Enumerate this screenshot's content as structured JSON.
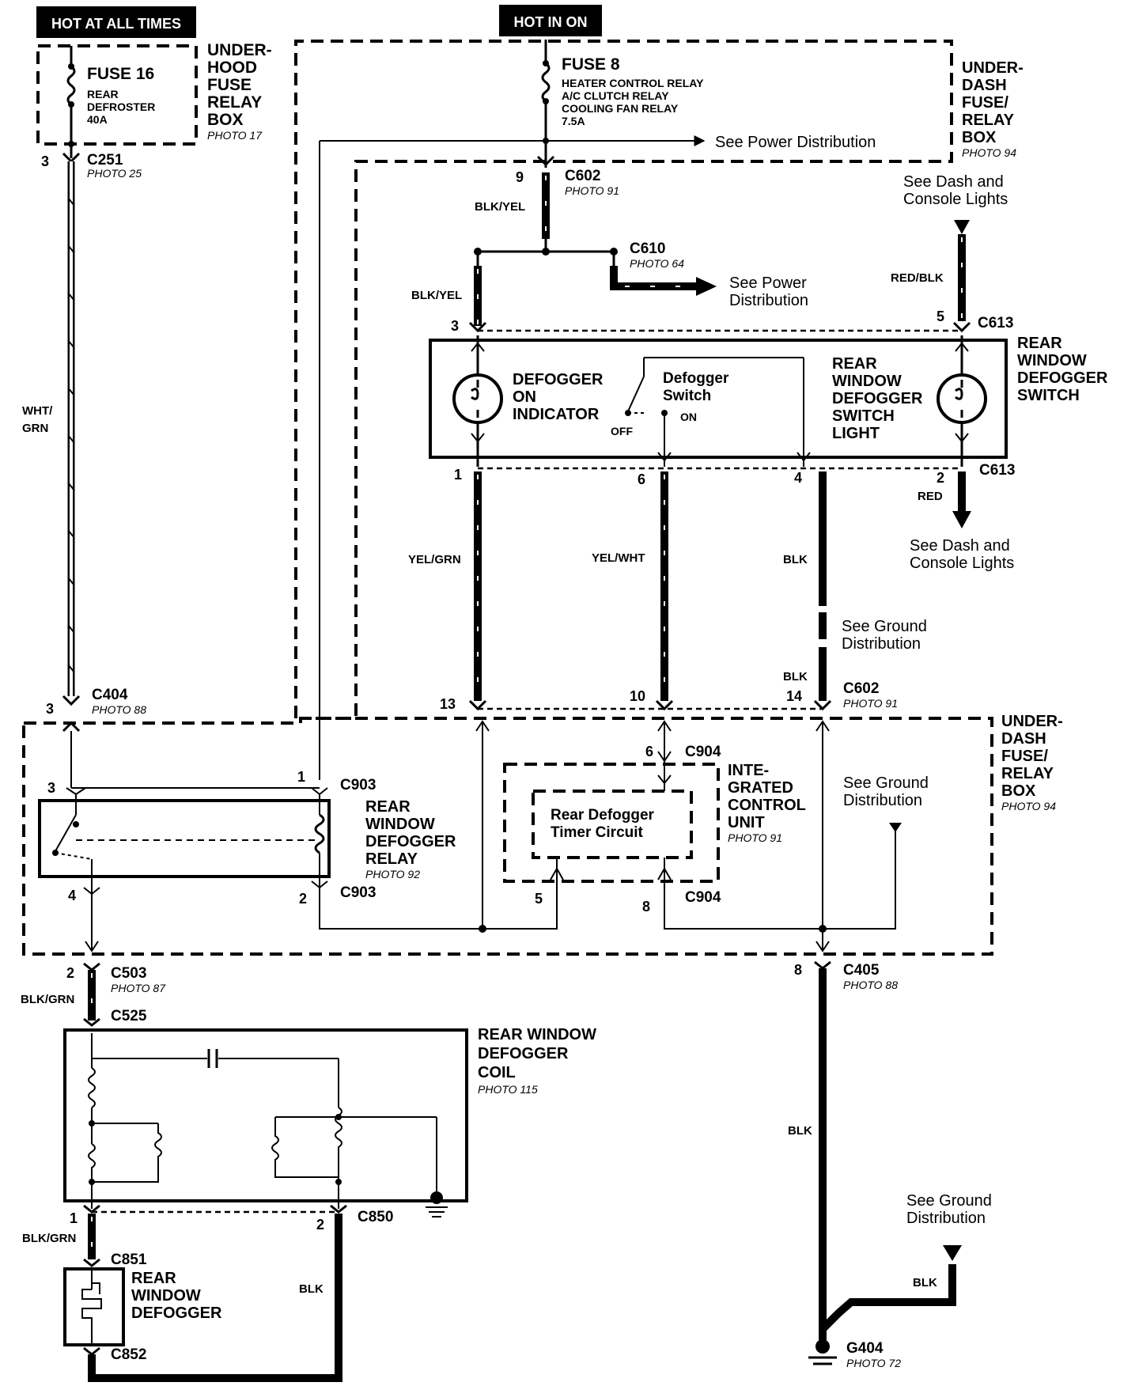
{
  "headers": {
    "hot_at_all_times": "HOT AT ALL TIMES",
    "hot_in_on": "HOT IN ON"
  },
  "underhood_box": {
    "title_l1": "UNDER-",
    "title_l2": "HOOD",
    "title_l3": "FUSE",
    "title_l4": "RELAY",
    "title_l5": "BOX",
    "photo": "PHOTO 17",
    "fuse_name": "FUSE 16",
    "fuse_desc_l1": "REAR",
    "fuse_desc_l2": "DEFROSTER",
    "fuse_desc_l3": "40A"
  },
  "underdash_top": {
    "title_l1": "UNDER-",
    "title_l2": "DASH",
    "title_l3": "FUSE/",
    "title_l4": "RELAY",
    "title_l5": "BOX",
    "photo": "PHOTO 94",
    "fuse_name": "FUSE 8",
    "fuse_desc_l1": "HEATER CONTROL RELAY",
    "fuse_desc_l2": "A/C CLUTCH RELAY",
    "fuse_desc_l3": "COOLING FAN RELAY",
    "fuse_desc_l4": "7.5A",
    "see_power": "See Power Distribution"
  },
  "connectors": {
    "c251": "C251",
    "c251_photo": "PHOTO 25",
    "c251_pin": "3",
    "c602": "C602",
    "c602_photo": "PHOTO 91",
    "c602_pin": "9",
    "c610": "C610",
    "c610_photo": "PHOTO 64",
    "c613": "C613",
    "c404": "C404",
    "c404_photo": "PHOTO 88",
    "c404_pin": "3",
    "c903": "C903",
    "c904": "C904",
    "c503": "C503",
    "c503_photo": "PHOTO 87",
    "c503_pin": "2",
    "c525": "C525",
    "c405": "C405",
    "c405_photo": "PHOTO 88",
    "c405_pin": "8",
    "c850": "C850",
    "c850_pin1": "1",
    "c850_pin2": "2",
    "c851": "C851",
    "c852": "C852",
    "g404": "G404",
    "g404_photo": "PHOTO 72"
  },
  "wires": {
    "wht_grn_l1": "WHT/",
    "wht_grn_l2": "GRN",
    "blk_yel_1": "BLK/YEL",
    "blk_yel_2": "BLK/YEL",
    "red_blk": "RED/BLK",
    "red": "RED",
    "yel_grn": "YEL/GRN",
    "yel_wht": "YEL/WHT",
    "blk_1": "BLK",
    "blk_2": "BLK",
    "blk_3": "BLK",
    "blk_4": "BLK",
    "blk_5": "BLK",
    "blk_grn_1": "BLK/GRN",
    "blk_grn_2": "BLK/GRN"
  },
  "switch": {
    "title_l1": "REAR",
    "title_l2": "WINDOW",
    "title_l3": "DEFOGGER",
    "title_l4": "SWITCH",
    "indicator_l1": "DEFOGGER",
    "indicator_l2": "ON",
    "indicator_l3": "INDICATOR",
    "sw_l1": "Defogger",
    "sw_l2": "Switch",
    "off": "OFF",
    "on": "ON",
    "light_l1": "REAR",
    "light_l2": "WINDOW",
    "light_l3": "DEFOGGER",
    "light_l4": "SWITCH",
    "light_l5": "LIGHT",
    "pin3": "3",
    "pin5": "5",
    "pin1": "1",
    "pin6": "6",
    "pin4": "4",
    "pin2": "2"
  },
  "see_dash_top_l1": "See Dash and",
  "see_dash_top_l2": "Console Lights",
  "see_power_mid_l1": "See Power",
  "see_power_mid_l2": "Distribution",
  "see_dash_bot_l1": "See Dash and",
  "see_dash_bot_l2": "Console Lights",
  "see_ground_1_l1": "See Ground",
  "see_ground_1_l2": "Distribution",
  "see_ground_2_l1": "See Ground",
  "see_ground_2_l2": "Distribution",
  "see_ground_3_l1": "See Ground",
  "see_ground_3_l2": "Distribution",
  "pins_c602_bottom": {
    "p13": "13",
    "p10": "10",
    "p14": "14",
    "blk": "BLK"
  },
  "relay": {
    "title_l1": "REAR",
    "title_l2": "WINDOW",
    "title_l3": "DEFOGGER",
    "title_l4": "RELAY",
    "photo": "PHOTO 92",
    "pin3": "3",
    "pin1": "1",
    "pin4": "4",
    "pin2": "2"
  },
  "icu": {
    "title_l1": "INTE-",
    "title_l2": "GRATED",
    "title_l3": "CONTROL",
    "title_l4": "UNIT",
    "photo": "PHOTO 91",
    "timer_l1": "Rear Defogger",
    "timer_l2": "Timer Circuit",
    "pin6": "6",
    "pin5": "5",
    "pin8": "8"
  },
  "underdash_bottom": {
    "title_l1": "UNDER-",
    "title_l2": "DASH",
    "title_l3": "FUSE/",
    "title_l4": "RELAY",
    "title_l5": "BOX",
    "photo": "PHOTO 94"
  },
  "coil": {
    "title_l1": "REAR WINDOW",
    "title_l2": "DEFOGGER",
    "title_l3": "COIL",
    "photo": "PHOTO 115"
  },
  "defogger": {
    "title_l1": "REAR",
    "title_l2": "WINDOW",
    "title_l3": "DEFOGGER"
  }
}
